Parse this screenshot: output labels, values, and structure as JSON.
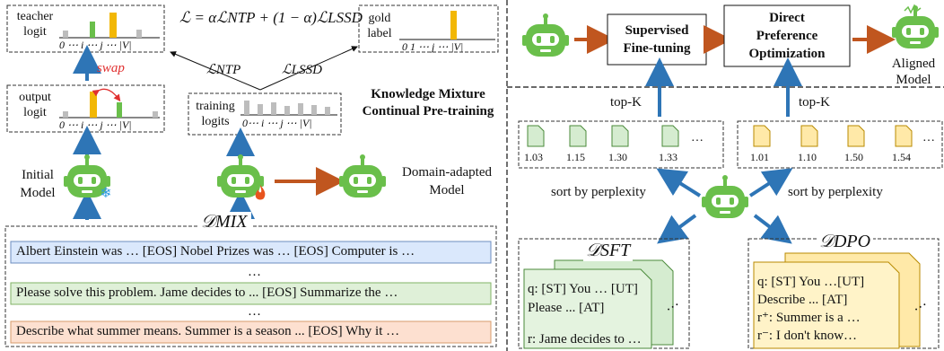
{
  "left": {
    "teacher_logit": {
      "label_line1": "teacher",
      "label_line2": "logit",
      "axis": "0 ⋯ i ⋯ j ⋯ |V|"
    },
    "output_logit": {
      "label_line1": "output",
      "label_line2": "logit",
      "axis": "0 ⋯ i ⋯ j ⋯ |V|"
    },
    "swap_label": "swap",
    "loss_formula": "ℒ = αℒNTP + (1 − α)ℒLSSD",
    "loss_ntp": "ℒNTP",
    "loss_lssd": "ℒLSSD",
    "gold_label": {
      "label_line1": "gold",
      "label_line2": "label",
      "axis": "0  1 ⋯ j ⋯ |V|"
    },
    "training_logits": {
      "label_line1": "training",
      "label_line2": "logits",
      "axis": "0⋯ i ⋯ j ⋯ |V|"
    },
    "title_line1": "Knowledge Mixture",
    "title_line2": "Continual Pre-training",
    "initial_model_line1": "Initial",
    "initial_model_line2": "Model",
    "domain_model_line1": "Domain-adapted",
    "domain_model_line2": "Model",
    "dataset_label": "𝒟MIX",
    "mix_rows": [
      "Albert Einstein was … [EOS] Nobel Prizes was … [EOS] Computer is …",
      "Please solve this problem. Jame decides to ... [EOS] Summarize the …",
      "Describe what summer means. Summer is a season ... [EOS] Why it …"
    ],
    "ellipsis": "…"
  },
  "right": {
    "sft_box": "Supervised Fine-tuning",
    "sft_line1": "Supervised",
    "sft_line2": "Fine-tuning",
    "dpo_line1": "Direct",
    "dpo_line2": "Preference",
    "dpo_line3": "Optimization",
    "aligned_line1": "Aligned",
    "aligned_line2": "Model",
    "topk_left": "top-K",
    "topk_right": "top-K",
    "sft_scores": [
      "1.03",
      "1.15",
      "1.30",
      "1.33"
    ],
    "dpo_scores": [
      "1.01",
      "1.10",
      "1.50",
      "1.54"
    ],
    "more": "…",
    "sort_left": "sort by perplexity",
    "sort_right": "sort by perplexity",
    "sft_dataset": "𝒟SFT",
    "dpo_dataset": "𝒟DPO",
    "sft_card": {
      "q": "q: [ST] You … [UT]",
      "line2": "Please ... [AT]",
      "r": "r: Jame decides to …"
    },
    "dpo_card": {
      "q": "q: [ST] You …[UT]",
      "line2": "Describe ... [AT]",
      "rplus": "r⁺: Summer is a …",
      "rminus": "r⁻: I don't know…"
    }
  },
  "colors": {
    "green": "#6abf4b",
    "gold": "#f2b705",
    "blue_arrow": "#2e75b6",
    "orange_arrow": "#c0561f",
    "row_blue": "#dae8fc",
    "row_green": "#dff0d8",
    "row_orange": "#fde0d0",
    "sft_doc": "#d5ecd0",
    "dpo_doc": "#ffe9a8"
  }
}
